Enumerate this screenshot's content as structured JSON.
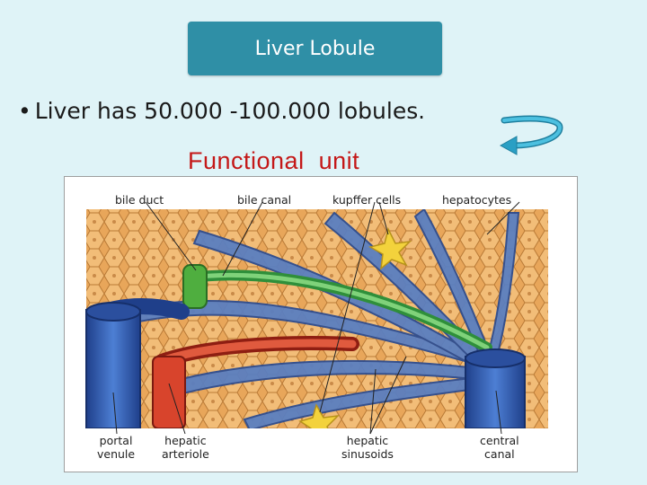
{
  "slide": {
    "title": "Liver Lobule",
    "bullet_text": "Liver has 50.000 -100.000 lobules",
    "bullet_period": ".",
    "subtitle": "Functional  unit"
  },
  "figure": {
    "labels": {
      "bile_duct": "bile duct",
      "bile_canal": "bile canal",
      "kupffer_cells": "kupffer cells",
      "hepatocytes": "hepatocytes",
      "portal_venule_1": "portal",
      "portal_venule_2": "venule",
      "hepatic_arteriole_1": "hepatic",
      "hepatic_arteriole_2": "arteriole",
      "hepatic_sinusoids_1": "hepatic",
      "hepatic_sinusoids_2": "sinusoids",
      "central_canal_1": "central",
      "central_canal_2": "canal"
    }
  },
  "colors": {
    "background": "#dff3f7",
    "title_box": "#2f8fa6",
    "subtitle": "#c41818",
    "arrow": "#2a9fc4"
  },
  "icons": [
    "return-arrow-icon"
  ]
}
